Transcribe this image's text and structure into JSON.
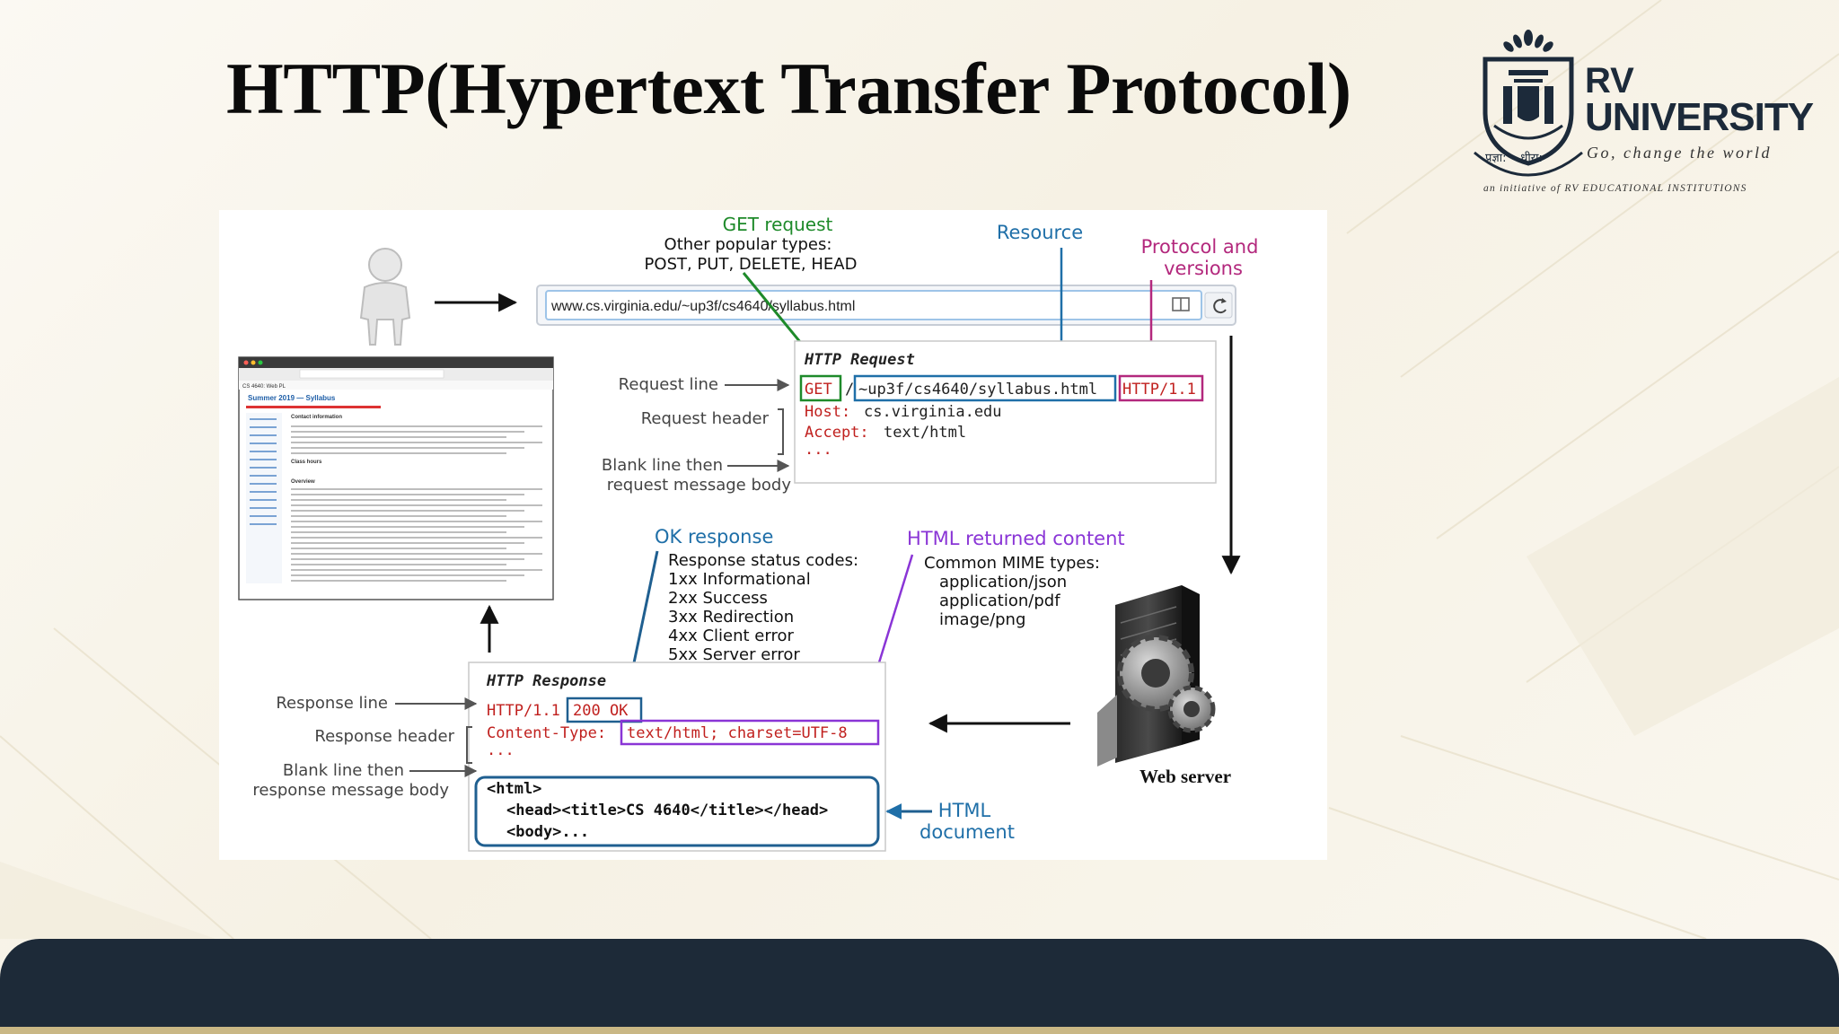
{
  "slide": {
    "title": "HTTP(Hypertext Transfer Protocol)"
  },
  "logo": {
    "name_line1": "RV",
    "name_line2": "UNIVERSITY",
    "tagline": "Go, change the world",
    "subtitle": "an initiative of RV EDUCATIONAL INSTITUTIONS",
    "seal_text": "प्रज्ञा: • धीरा:"
  },
  "diagram": {
    "browser_url": "www.cs.virginia.edu/~up3f/cs4640/syllabus.html",
    "get_request": {
      "title": "GET request",
      "line1": "Other popular types:",
      "line2": "POST, PUT, DELETE, HEAD"
    },
    "resource_label": "Resource",
    "protocol_label": {
      "line1": "Protocol and",
      "line2": "versions"
    },
    "http_request": {
      "title": "HTTP Request",
      "method": "GET",
      "slash": "/",
      "path": "~up3f/cs4640/syllabus.html",
      "version": "HTTP/1.1",
      "host_key": "Host:",
      "host_val": "cs.virginia.edu",
      "accept_key": "Accept:",
      "accept_val": "text/html",
      "ellipsis": "..."
    },
    "request_labels": {
      "request_line": "Request line",
      "request_header": "Request header",
      "blank_line1": "Blank line then",
      "blank_line2": "request message body"
    },
    "ok_response": {
      "title": "OK response",
      "heading": "Response status codes:",
      "codes": [
        "1xx Informational",
        "2xx Success",
        "3xx Redirection",
        "4xx Client error",
        "5xx Server error"
      ]
    },
    "html_returned": {
      "title": "HTML returned content",
      "heading": "Common MIME types:",
      "types": [
        "application/json",
        "application/pdf",
        "image/png"
      ]
    },
    "http_response": {
      "title": "HTTP Response",
      "version": "HTTP/1.1",
      "status": "200 OK",
      "ctype_key": "Content-Type:",
      "ctype_val": "text/html; charset=UTF-8",
      "ellipsis": "...",
      "body_line1": "<html>",
      "body_line2": "<head><title>CS 4640</title></head>",
      "body_line3": "<body>..."
    },
    "response_labels": {
      "response_line": "Response line",
      "response_header": "Response header",
      "blank_line1": "Blank line then",
      "blank_line2": "response message body"
    },
    "html_document": {
      "line1": "HTML",
      "line2": "document"
    },
    "web_server_label": "Web server",
    "mini_page": {
      "heading": "Summer 2019 — Syllabus",
      "tab": "CS 4640: Web PL",
      "section1": "Contact information",
      "section2": "Class hours",
      "section3": "Overview"
    }
  },
  "colors": {
    "green": "#1e8a2a",
    "blue": "#1f6fa8",
    "magenta": "#b3287d",
    "purple": "#8a35d6",
    "red": "#c0201e",
    "footer": "#1d2a38"
  }
}
